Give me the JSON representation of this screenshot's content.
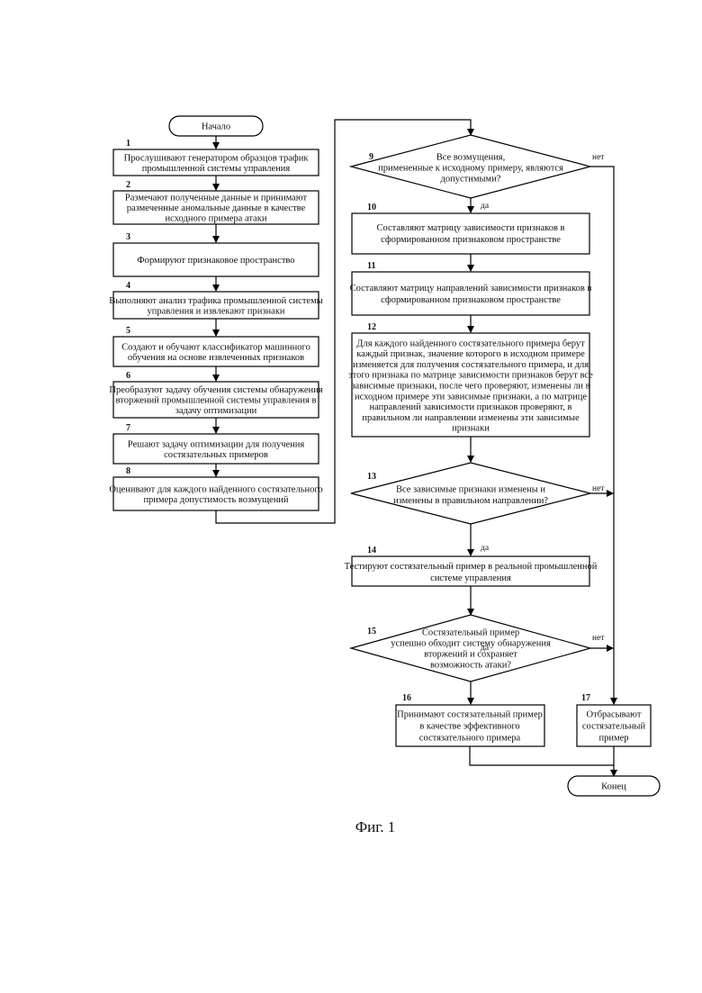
{
  "start": "Начало",
  "end": "Конец",
  "yes": "да",
  "no": "нет",
  "figure_caption": "Фиг. 1",
  "steps": [
    {
      "num": "1",
      "lines": [
        "Прослушивают генератором образцов трафик",
        "промышленной системы управления"
      ]
    },
    {
      "num": "2",
      "lines": [
        "Размечают полученные данные и принимают",
        "размеченные аномальные данные в качестве",
        "исходного примера атаки"
      ]
    },
    {
      "num": "3",
      "lines": [
        "Формируют признаковое пространство"
      ]
    },
    {
      "num": "4",
      "lines": [
        "Выполняют анализ трафика промышленной системы",
        "управления и извлекают признаки"
      ]
    },
    {
      "num": "5",
      "lines": [
        "Создают и обучают классификатор машинного",
        "обучения на основе извлеченных признаков"
      ]
    },
    {
      "num": "6",
      "lines": [
        "Преобразуют задачу обучения системы обнаружения",
        "вторжений промышленной системы управления в",
        "задачу оптимизации"
      ]
    },
    {
      "num": "7",
      "lines": [
        "Решают задачу оптимизации для получения",
        "состязательных примеров"
      ]
    },
    {
      "num": "8",
      "lines": [
        "Оценивают для каждого найденного состязательного",
        "примера допустимость возмущений"
      ]
    },
    {
      "num": "9",
      "lines": [
        "Все возмущения,",
        "примененные к исходному примеру, являются",
        "допустимыми?"
      ]
    },
    {
      "num": "10",
      "lines": [
        "Составляют матрицу зависимости признаков в",
        "сформированном признаковом пространстве"
      ]
    },
    {
      "num": "11",
      "lines": [
        "Составляют матрицу направлений зависимости признаков в",
        "сформированном признаковом пространстве"
      ]
    },
    {
      "num": "12",
      "lines": [
        "Для каждого найденного состязательного примера берут",
        "каждый признак, значение которого в исходном примере",
        "изменяется для получения состязательного примера, и для",
        "этого признака по матрице зависимости признаков берут все",
        "зависимые признаки, после чего проверяют, изменены ли в",
        "исходном примере эти зависимые признаки, а по матрице",
        "направлений зависимости признаков проверяют, в",
        "правильном ли направлении изменены эти зависимые",
        "признаки"
      ]
    },
    {
      "num": "13",
      "lines": [
        "Все зависимые признаки изменены и",
        "изменены в правильном направлении?"
      ]
    },
    {
      "num": "14",
      "lines": [
        "Тестируют состязательный пример в реальной промышленной",
        "системе управления"
      ]
    },
    {
      "num": "15",
      "lines": [
        "Состязательный пример",
        "успешно обходит систему обнаружения",
        "вторжений и сохраняет",
        "возможность атаки?"
      ]
    },
    {
      "num": "16",
      "lines": [
        "Принимают состязательный пример",
        "в качестве эффективного",
        "состязательного примера"
      ]
    },
    {
      "num": "17",
      "lines": [
        "Отбрасывают",
        "состязательный",
        "пример"
      ]
    }
  ]
}
